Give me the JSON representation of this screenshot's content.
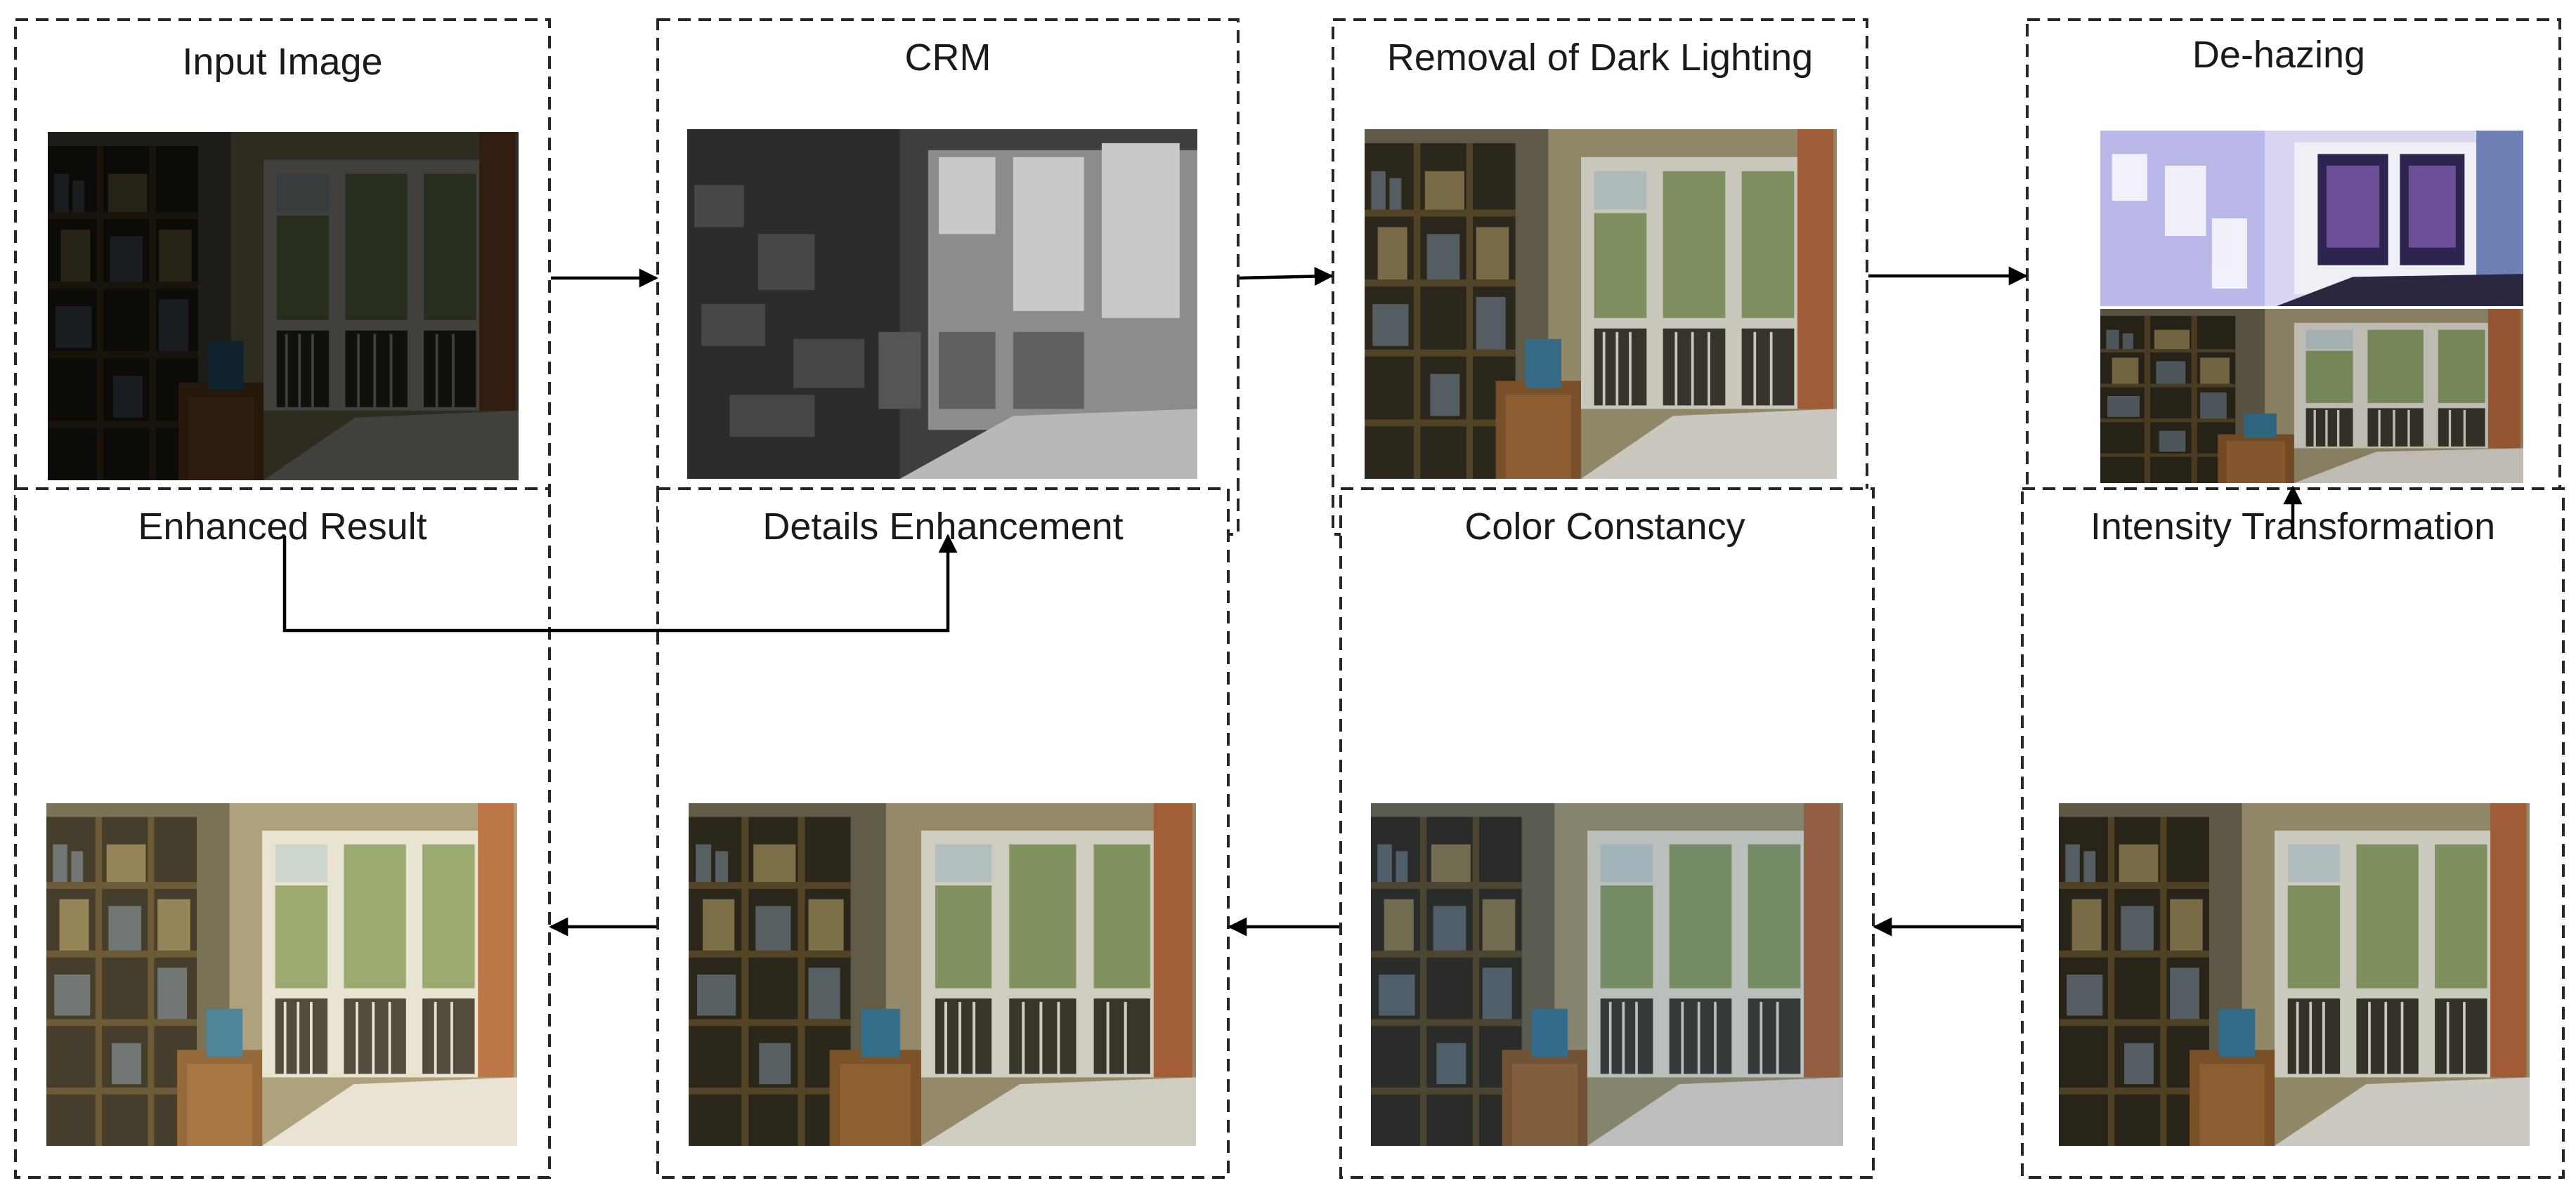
{
  "stages": {
    "input": {
      "title": "Input Image"
    },
    "crm": {
      "title": "CRM"
    },
    "removal": {
      "title": "Removal of Dark Lighting"
    },
    "dehazing": {
      "title": "De-hazing"
    },
    "intensity": {
      "title": "Intensity Transformation"
    },
    "color": {
      "title": "Color Constancy"
    },
    "details": {
      "title": "Details Enhancement"
    },
    "enhanced": {
      "title": "Enhanced Result"
    }
  },
  "palette": {
    "border": "#262626",
    "arrow": "#000000",
    "text": "#1a1a1a"
  }
}
